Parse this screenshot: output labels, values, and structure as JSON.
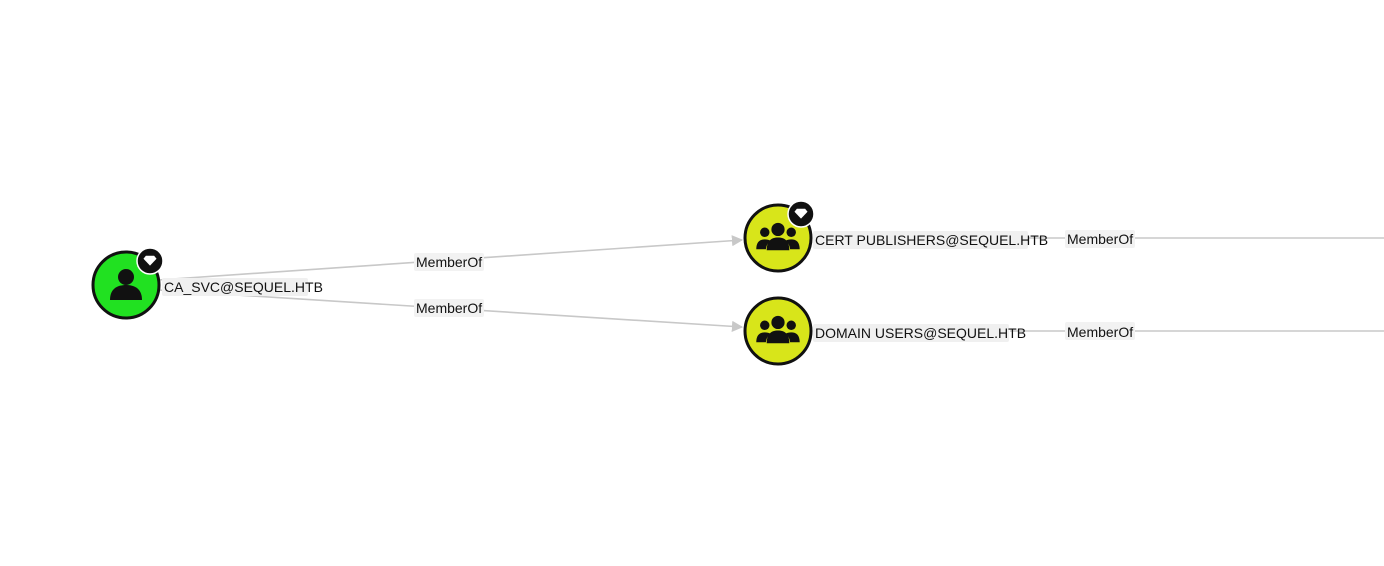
{
  "colors": {
    "user_node": "#21e121",
    "group_node": "#d8e51a",
    "edge": "#c8c8c8",
    "text": "#111111"
  },
  "nodes": [
    {
      "id": "ca_svc",
      "label": "CA_SVC@SEQUEL.HTB",
      "type": "user",
      "icon": "user-icon",
      "high_value": true
    },
    {
      "id": "cert_publishers",
      "label": "CERT PUBLISHERS@SEQUEL.HTB",
      "type": "group",
      "icon": "group-icon",
      "high_value": true
    },
    {
      "id": "domain_users",
      "label": "DOMAIN USERS@SEQUEL.HTB",
      "type": "group",
      "icon": "group-icon",
      "high_value": false
    }
  ],
  "edges": [
    {
      "from": "ca_svc",
      "to": "cert_publishers",
      "label": "MemberOf"
    },
    {
      "from": "ca_svc",
      "to": "domain_users",
      "label": "MemberOf"
    },
    {
      "from": "cert_publishers",
      "to": "offscreen",
      "label": "MemberOf"
    },
    {
      "from": "domain_users",
      "to": "offscreen",
      "label": "MemberOf"
    }
  ]
}
